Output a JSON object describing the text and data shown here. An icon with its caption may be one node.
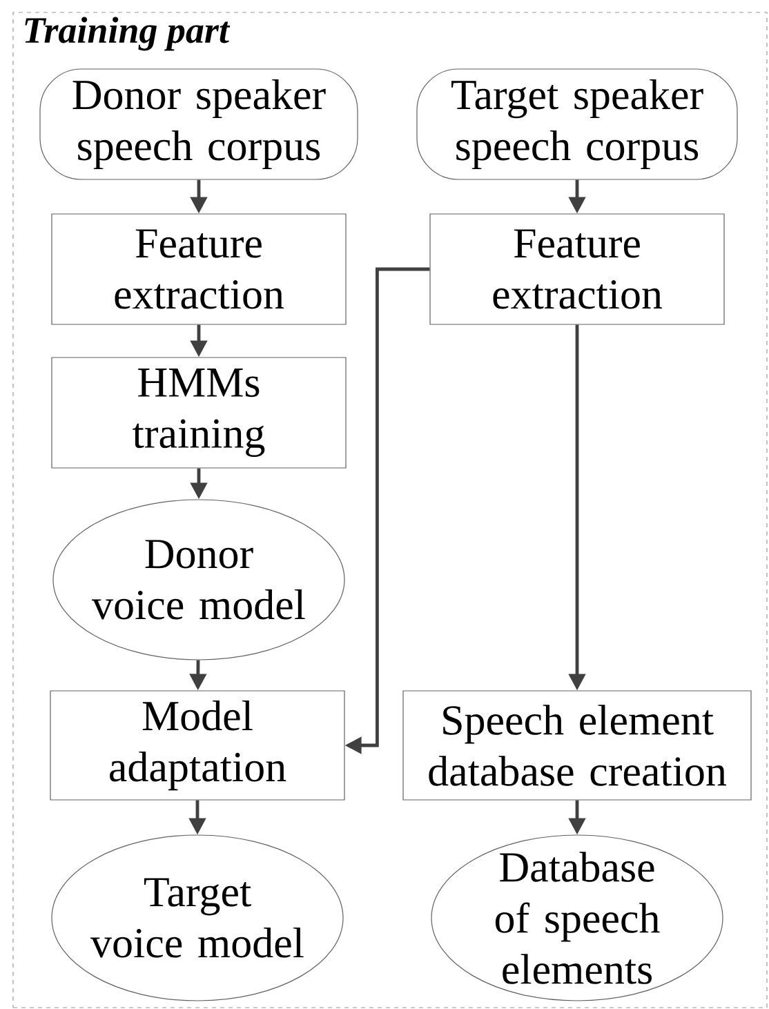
{
  "diagram": {
    "nodes": [
      {
        "text": [
          "Training part"
        ]
      },
      {
        "text": [
          "Donor speaker speech corpus"
        ],
        "in": 0
      },
      {
        "text": [
          "Target speaker speech corpus"
        ],
        "in": 0
      },
      {
        "text": [
          "Feature extraction"
        ],
        "in": 0
      },
      {
        "text": [
          "Feature extraction"
        ],
        "in": 0
      },
      {
        "text": [
          "HMMs training"
        ],
        "in": 0
      },
      {
        "text": [
          "Donor voice model"
        ],
        "in": 0
      },
      {
        "text": [
          "Model adaptation"
        ],
        "in": 0
      },
      {
        "text": [
          "Speech element database creation"
        ],
        "in": 0
      },
      {
        "text": [
          "Target voice model"
        ],
        "in": 0
      },
      {
        "text": [
          "Database of speech elements"
        ],
        "in": 0
      }
    ],
    "edges": [
      {
        "from": 1,
        "to": 3,
        "arrow": "to"
      },
      {
        "from": 3,
        "to": 5,
        "arrow": "to"
      },
      {
        "from": 5,
        "to": 6,
        "arrow": "to"
      },
      {
        "from": 6,
        "to": 7,
        "arrow": "to"
      },
      {
        "from": 7,
        "to": 9,
        "arrow": "to"
      },
      {
        "from": 2,
        "to": 4,
        "arrow": "to"
      },
      {
        "from": 4,
        "to": 7,
        "arrow": "to"
      },
      {
        "from": 4,
        "to": 8,
        "arrow": "to"
      },
      {
        "from": 8,
        "to": 10,
        "arrow": "to"
      }
    ]
  }
}
